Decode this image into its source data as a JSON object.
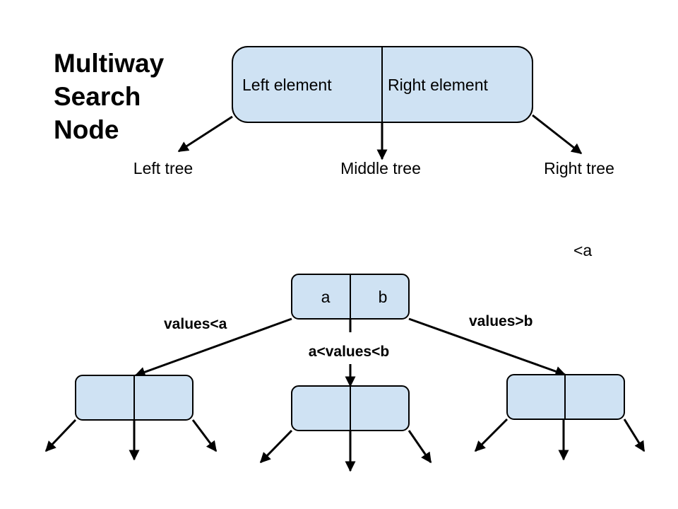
{
  "title": {
    "line1": "Multiway",
    "line2": "Search",
    "line3": "Node"
  },
  "main_node": {
    "left_label": "Left element",
    "right_label": "Right element"
  },
  "subtrees": {
    "left": "Left tree",
    "middle": "Middle tree",
    "right": "Right tree"
  },
  "stray_label": "<a",
  "example_node": {
    "left": "a",
    "right": "b"
  },
  "edge_labels": {
    "left": "values<a",
    "middle": "a<values<b",
    "right": "values>b"
  },
  "colors": {
    "node_fill": "#cfe2f3",
    "stroke": "#000000"
  }
}
